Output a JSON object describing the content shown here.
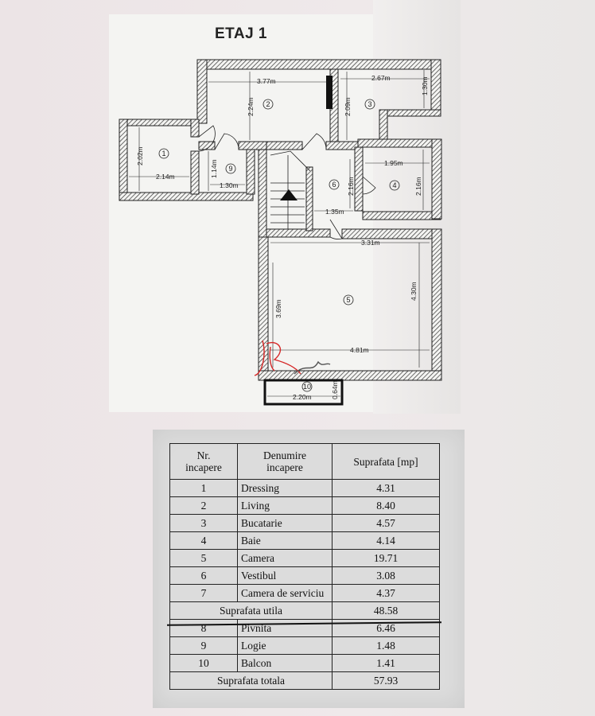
{
  "plan": {
    "title": "ETAJ 1",
    "dimensions": {
      "d1": "3.77m",
      "d2": "2.67m",
      "d3": "1.30m",
      "d4": "2.24m",
      "d5": "2.09m",
      "d6": "2.02m",
      "d7": "2.14m",
      "d8": "1.14m",
      "d9": "1.30m",
      "d10": "1.95m",
      "d11": "2.16m",
      "d12": "2.16m",
      "d13": "1.35m",
      "d14": "3.31m",
      "d15": "3.69m",
      "d16": "4.30m",
      "d17": "4.81m",
      "d18": "2.20m",
      "d19": "0.64m"
    },
    "room_numbers": {
      "r1": "1",
      "r2": "2",
      "r3": "3",
      "r4": "4",
      "r5": "5",
      "r6": "6",
      "r9": "9",
      "r10": "10"
    }
  },
  "table": {
    "headers": {
      "nr_line1": "Nr.",
      "nr_line2": "incapere",
      "name_line1": "Denumire",
      "name_line2": "incapere",
      "area": "Suprafata [mp]"
    },
    "rows": [
      {
        "nr": "1",
        "name": "Dressing",
        "area": "4.31"
      },
      {
        "nr": "2",
        "name": "Living",
        "area": "8.40"
      },
      {
        "nr": "3",
        "name": "Bucatarie",
        "area": "4.57"
      },
      {
        "nr": "4",
        "name": "Baie",
        "area": "4.14"
      },
      {
        "nr": "5",
        "name": "Camera",
        "area": "19.71"
      },
      {
        "nr": "6",
        "name": "Vestibul",
        "area": "3.08"
      },
      {
        "nr": "7",
        "name": "Camera de serviciu",
        "area": "4.37"
      }
    ],
    "subtotal": {
      "label": "Suprafata utila",
      "area": "48.58"
    },
    "extra_rows": [
      {
        "nr": "8",
        "name": "Pivnita",
        "area": "6.46"
      },
      {
        "nr": "9",
        "name": "Logie",
        "area": "1.48"
      },
      {
        "nr": "10",
        "name": "Balcon",
        "area": "1.41"
      }
    ],
    "total": {
      "label": "Suprafata totala",
      "area": "57.93"
    }
  }
}
